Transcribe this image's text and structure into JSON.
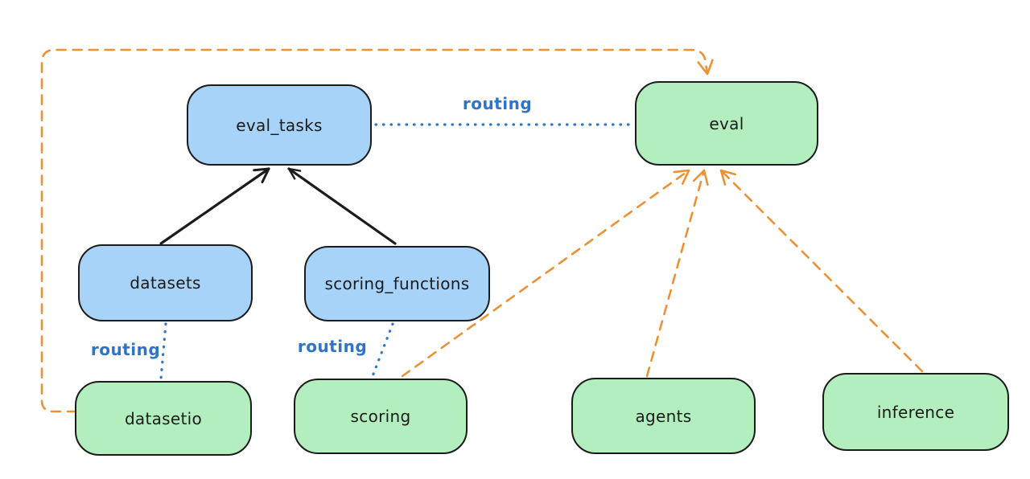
{
  "diagram": {
    "type": "architecture-diagram",
    "background": "#ffffff",
    "colors": {
      "blue_node_fill": "#a7d3f8",
      "green_node_fill": "#b3efbe",
      "node_stroke": "#1b1b1b",
      "solid_arrow": "#1b1b1b",
      "dashed_arrow_orange": "#ec9236",
      "dotted_routing_blue": "#2e74c8"
    },
    "nodes": [
      {
        "id": "eval_tasks",
        "label": "eval_tasks",
        "kind": "blue"
      },
      {
        "id": "eval",
        "label": "eval",
        "kind": "green"
      },
      {
        "id": "datasets",
        "label": "datasets",
        "kind": "blue"
      },
      {
        "id": "scoring_functions",
        "label": "scoring_functions",
        "kind": "blue"
      },
      {
        "id": "datasetio",
        "label": "datasetio",
        "kind": "green"
      },
      {
        "id": "scoring",
        "label": "scoring",
        "kind": "green"
      },
      {
        "id": "agents",
        "label": "agents",
        "kind": "green"
      },
      {
        "id": "inference",
        "label": "inference",
        "kind": "green"
      }
    ],
    "routing_labels": [
      {
        "text": "routing",
        "between": [
          "eval_tasks",
          "eval"
        ]
      },
      {
        "text": "routing",
        "between": [
          "datasets",
          "datasetio"
        ]
      },
      {
        "text": "routing",
        "between": [
          "scoring_functions",
          "scoring"
        ]
      }
    ],
    "edges": [
      {
        "from": "datasets",
        "to": "eval_tasks",
        "style": "solid",
        "color": "black",
        "arrow": true
      },
      {
        "from": "scoring_functions",
        "to": "eval_tasks",
        "style": "solid",
        "color": "black",
        "arrow": true
      },
      {
        "from": "eval_tasks",
        "to": "eval",
        "style": "dotted",
        "color": "blue",
        "arrow": false,
        "label": "routing"
      },
      {
        "from": "datasets",
        "to": "datasetio",
        "style": "dotted",
        "color": "blue",
        "arrow": false,
        "label": "routing"
      },
      {
        "from": "scoring_functions",
        "to": "scoring",
        "style": "dotted",
        "color": "blue",
        "arrow": false,
        "label": "routing"
      },
      {
        "from": "datasetio",
        "to": "eval",
        "style": "dashed",
        "color": "orange",
        "arrow": true,
        "route": "left-top-loop"
      },
      {
        "from": "scoring",
        "to": "eval",
        "style": "dashed",
        "color": "orange",
        "arrow": true
      },
      {
        "from": "agents",
        "to": "eval",
        "style": "dashed",
        "color": "orange",
        "arrow": true
      },
      {
        "from": "inference",
        "to": "eval",
        "style": "dashed",
        "color": "orange",
        "arrow": true
      }
    ]
  }
}
